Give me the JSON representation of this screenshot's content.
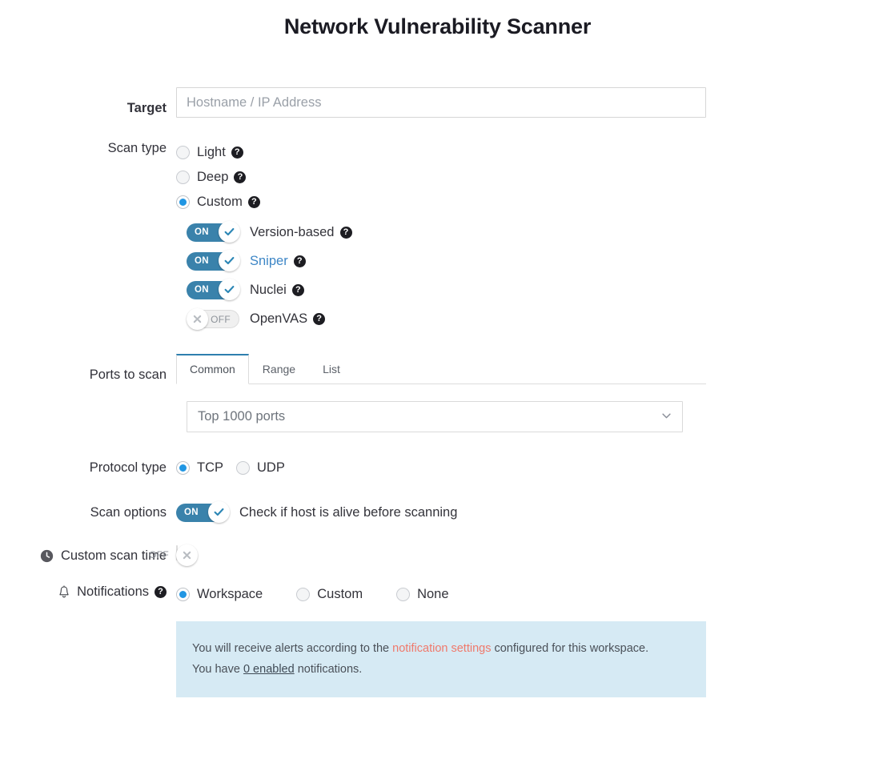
{
  "page": {
    "title": "Network Vulnerability Scanner"
  },
  "target": {
    "label": "Target",
    "placeholder": "Hostname / IP Address",
    "value": ""
  },
  "scan_type": {
    "label": "Scan type",
    "options": [
      {
        "label": "Light",
        "selected": false,
        "help": "?"
      },
      {
        "label": "Deep",
        "selected": false,
        "help": "?"
      },
      {
        "label": "Custom",
        "selected": true,
        "help": "?"
      }
    ],
    "custom_toggles": [
      {
        "label": "Version-based",
        "state": "ON",
        "on_text": "ON",
        "is_link": false,
        "help": "?"
      },
      {
        "label": "Sniper",
        "state": "ON",
        "on_text": "ON",
        "is_link": true,
        "help": "?"
      },
      {
        "label": "Nuclei",
        "state": "ON",
        "on_text": "ON",
        "is_link": false,
        "help": "?"
      },
      {
        "label": "OpenVAS",
        "state": "OFF",
        "on_text": "OFF",
        "is_link": false,
        "help": "?"
      }
    ]
  },
  "ports": {
    "label": "Ports to scan",
    "tabs": [
      {
        "label": "Common",
        "active": true
      },
      {
        "label": "Range",
        "active": false
      },
      {
        "label": "List",
        "active": false
      }
    ],
    "select": {
      "value": "Top 1000 ports"
    }
  },
  "protocol": {
    "label": "Protocol type",
    "options": [
      {
        "label": "TCP",
        "selected": true
      },
      {
        "label": "UDP",
        "selected": false
      }
    ]
  },
  "scan_options": {
    "label": "Scan options",
    "toggle": {
      "state": "ON",
      "on_text": "ON",
      "label": "Check if host is alive before scanning"
    }
  },
  "custom_scan_time": {
    "label": "Custom scan time",
    "icon": "clock-icon",
    "toggle": {
      "state": "OFF",
      "on_text": "OFF"
    }
  },
  "notifications": {
    "label": "Notifications",
    "icon": "bell-icon",
    "help": "?",
    "options": [
      {
        "label": "Workspace",
        "selected": true
      },
      {
        "label": "Custom",
        "selected": false
      },
      {
        "label": "None",
        "selected": false
      }
    ],
    "info": {
      "line1_pre": "You will receive alerts according to the ",
      "line1_link": "notification settings",
      "line1_post": " configured for this workspace.",
      "line2_pre": "You have ",
      "line2_link": "0 enabled",
      "line2_post": " notifications."
    }
  },
  "colors": {
    "accent_blue": "#2196e3",
    "toggle_on": "#3a82ab",
    "tab_active_border": "#2e7fae",
    "info_bg": "#d6eaf4",
    "link_salmon": "#f0796b",
    "link_blue": "#3d86c6"
  }
}
